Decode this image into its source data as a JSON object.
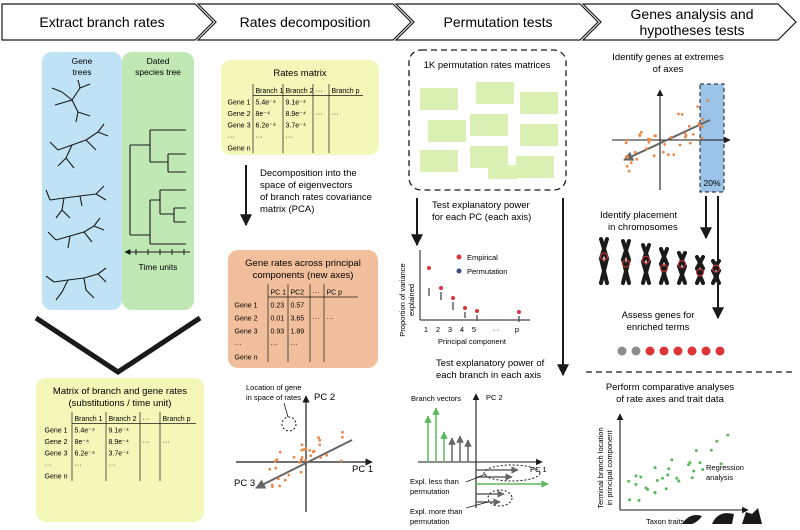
{
  "headers": [
    {
      "line1": "Extract branch rates",
      "line2": ""
    },
    {
      "line1": "Rates decomposition",
      "line2": ""
    },
    {
      "line1": "Permutation tests",
      "line2": ""
    },
    {
      "line1": "Genes analysis and",
      "line2": "hypotheses tests"
    }
  ],
  "col1": {
    "gene_trees_line1": "Gene",
    "gene_trees_line2": "trees",
    "species_tree_line1": "Dated",
    "species_tree_line2": "species tree",
    "time_units": "Time units",
    "matrix_title_line1": "Matrix of branch and gene rates",
    "matrix_title_line2": "(substitutions / time unit)",
    "table": {
      "headers": [
        "",
        "Branch 1",
        "Branch 2",
        "···",
        "Branch p"
      ],
      "rows": [
        [
          "Gene 1",
          "5.4e⁻⁴",
          "9.1e⁻⁴",
          "",
          ""
        ],
        [
          "Gene 2",
          "8e⁻⁴",
          "8.9e⁻⁴",
          "···",
          "···"
        ],
        [
          "Gene 3",
          "6.2e⁻⁴",
          "3.7e⁻⁴",
          "",
          ""
        ],
        [
          "···",
          "···",
          "···",
          "",
          ""
        ],
        [
          "Gene n",
          "",
          "",
          "",
          ""
        ]
      ]
    }
  },
  "col2": {
    "rates_matrix_title": "Rates matrix",
    "rates_table": {
      "headers": [
        "",
        "Branch 1",
        "Branch 2",
        "···",
        "Branch p"
      ],
      "rows": [
        [
          "Gene 1",
          "5.4e⁻⁴",
          "9.1e⁻⁴",
          "",
          ""
        ],
        [
          "Gene 2",
          "8e⁻⁴",
          "8.9e⁻⁴",
          "···",
          "···"
        ],
        [
          "Gene 3",
          "6.2e⁻⁴",
          "3.7e⁻⁴",
          "",
          ""
        ],
        [
          "···",
          "···",
          "···",
          "",
          ""
        ],
        [
          "Gene n",
          "",
          "",
          "",
          ""
        ]
      ]
    },
    "pca_text": [
      "Decomposition into the",
      "space of eigenvectors",
      "of branch rates covariance",
      "matrix (PCA)"
    ],
    "pc_title_line1": "Gene rates across principal",
    "pc_title_line2": "components (new axes)",
    "pc_table": {
      "headers": [
        "",
        "PC 1",
        "PC2",
        "···",
        "PC p"
      ],
      "rows": [
        [
          "Gene 1",
          "0.23",
          "0.57",
          "",
          ""
        ],
        [
          "Gene 2",
          "0.01",
          "3.65",
          "···",
          "···"
        ],
        [
          "Gene 3",
          "0.93",
          "1.89",
          "",
          ""
        ],
        [
          "···",
          "···",
          "···",
          "",
          ""
        ],
        [
          "Gene n",
          "",
          "",
          "",
          ""
        ]
      ]
    },
    "scatter_note_line1": "Location of gene",
    "scatter_note_line2": "in space of rates",
    "pc1": "PC 1",
    "pc2": "PC 2",
    "pc3": "PC 3"
  },
  "col3": {
    "perm_title": "1K permutation rates matrices",
    "test_pc_line1": "Test explanatory power",
    "test_pc_line2": "for each PC (each axis)",
    "ylabel_line1": "Proportion of variance",
    "ylabel_line2": "explained",
    "legend_empirical": "Empirical",
    "legend_permutation": "Permutation",
    "xticks": [
      "1",
      "2",
      "3",
      "4",
      "5",
      "···",
      "p"
    ],
    "xlabel": "Principal component",
    "test_branch_line1": "Test explanatory power of",
    "test_branch_line2": "each branch in each axis",
    "branch_vectors": "Branch vectors",
    "pc2": "PC 2",
    "pc1": "PC 1",
    "less_line1": "Expl. less than",
    "less_line2": "permutation",
    "more_line1": "Expl. more than",
    "more_line2": "permutation"
  },
  "col4": {
    "identify_line1": "Identify genes at extremes",
    "identify_line2": "of axes",
    "pct": "20%",
    "placement_line1": "Identify placement",
    "placement_line2": "in chromosomes",
    "assess_line1": "Assess genes for",
    "assess_line2": "enriched terms",
    "compare_line1": "Perform comparative analyses",
    "compare_line2": "of rate axes and trait data",
    "ylabel_line1": "Terminal branch location",
    "ylabel_line2": "in principal component",
    "regression_line1": "Regression",
    "regression_line2": "analysis",
    "xlabel": "Taxon traits"
  },
  "colors": {
    "blue_panel": "#bfe3f5",
    "green_panel": "#bfe8b5",
    "yellow_panel": "#f3f7b8",
    "salmon_panel": "#f2bf9c",
    "perm_box": "#dbf0b3",
    "orange_point": "#e8894a",
    "green_point": "#5cb85c",
    "red": "#d9353a",
    "grey": "#8c8c8c",
    "highlight_blue": "#9cc3e8"
  }
}
